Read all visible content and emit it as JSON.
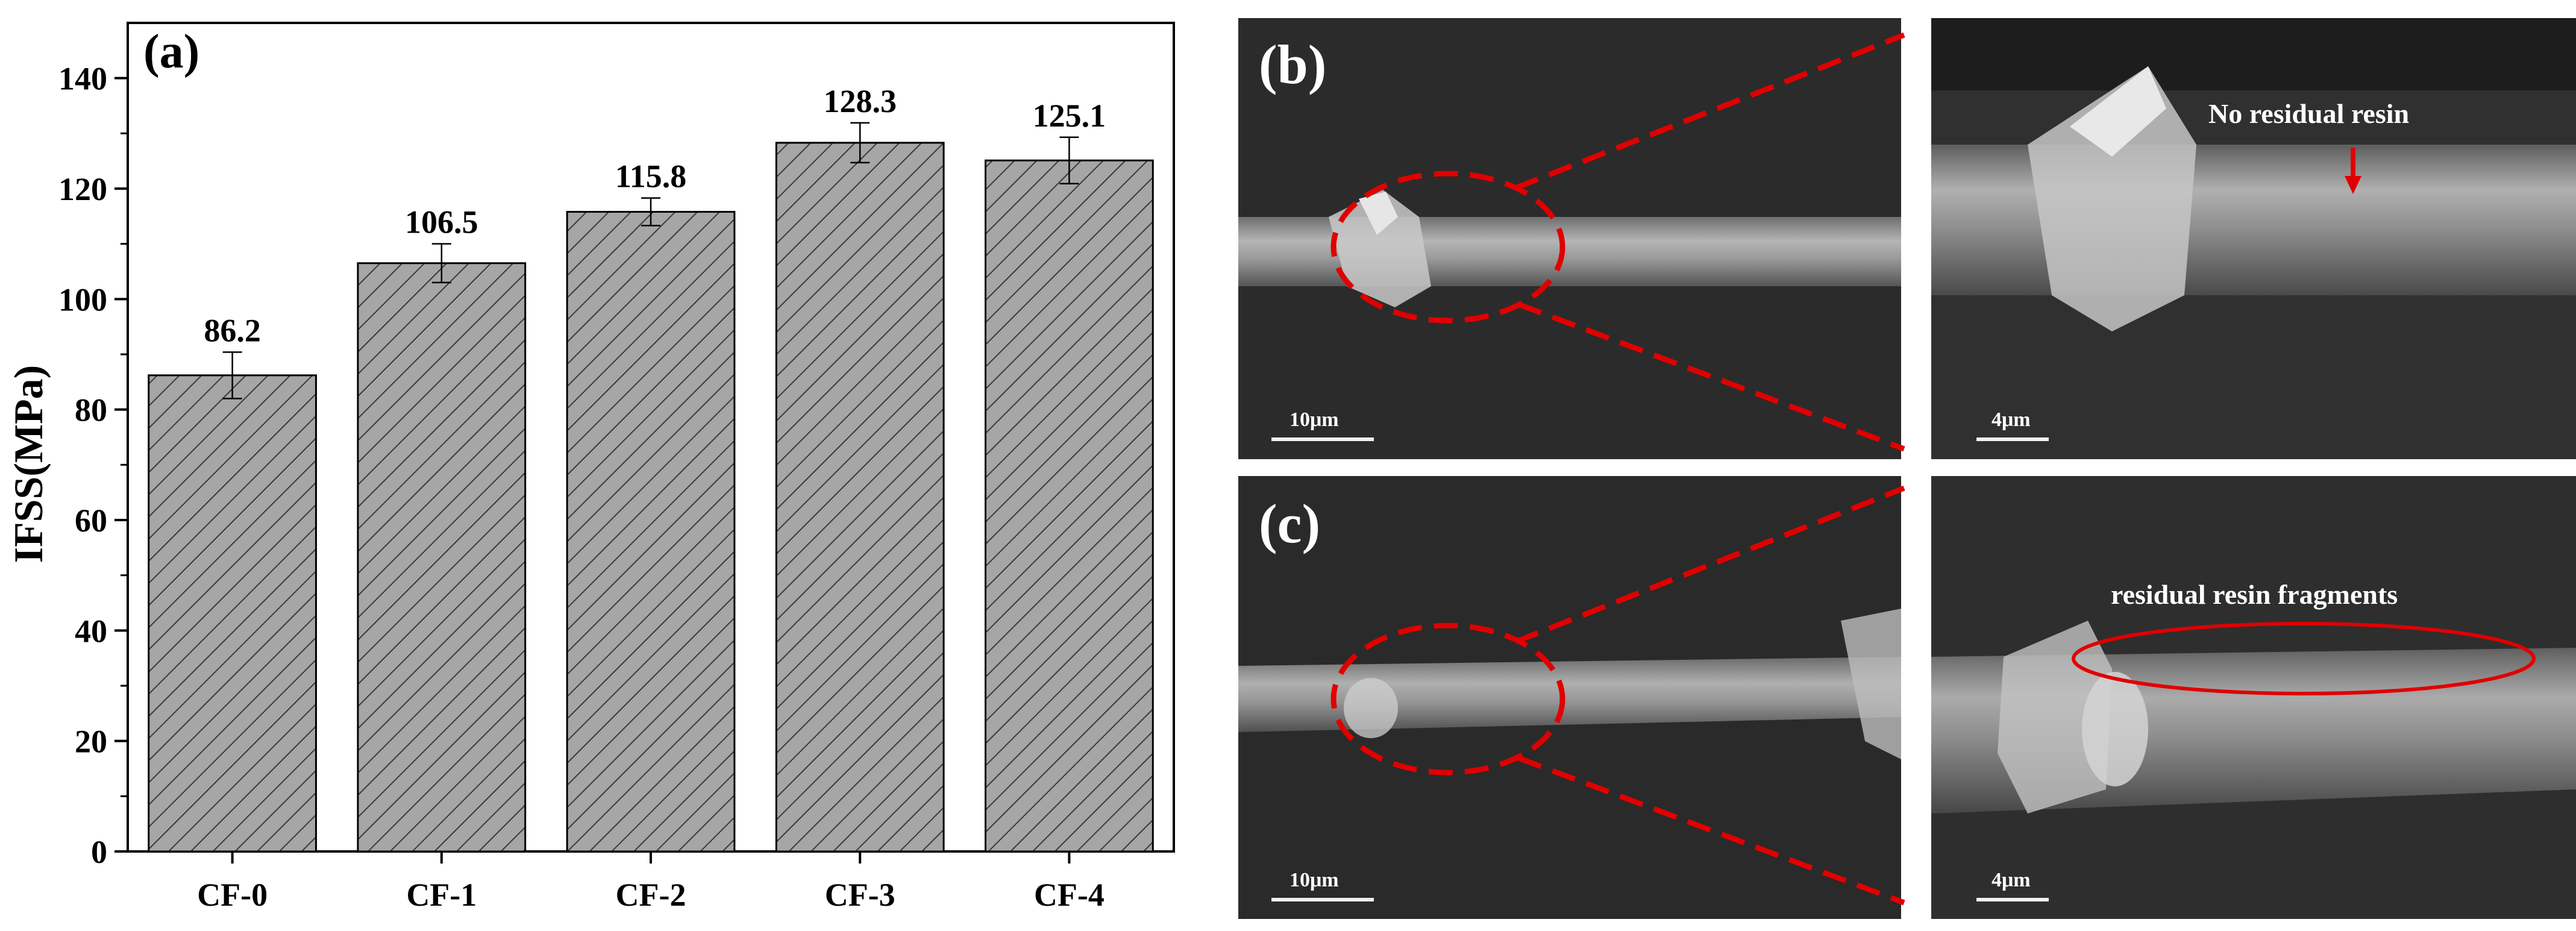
{
  "chart_data": {
    "type": "bar",
    "panel_label": "(a)",
    "categories": [
      "CF-0",
      "CF-1",
      "CF-2",
      "CF-3",
      "CF-4"
    ],
    "values": [
      86.2,
      106.5,
      115.8,
      128.3,
      125.1
    ],
    "errors": [
      4.2,
      3.5,
      2.5,
      3.6,
      4.2
    ],
    "value_labels": [
      "86.2",
      "106.5",
      "115.8",
      "128.3",
      "125.1"
    ],
    "ylabel": "IFSS(MPa)",
    "xlabel": "",
    "ylim": [
      0,
      150
    ],
    "yticks": [
      0,
      20,
      40,
      60,
      80,
      100,
      120,
      140
    ],
    "bar_fill": "#a6a6a6",
    "bar_hatch": "diagonal",
    "grid": false,
    "legend": "none"
  },
  "micrographs": {
    "b": {
      "label": "(b)",
      "overview_scale": "10μm",
      "zoom_scale": "4μm",
      "annotation": "No residual resin"
    },
    "c": {
      "label": "(c)",
      "overview_scale": "10μm",
      "zoom_scale": "4μm",
      "annotation": "residual resin fragments"
    },
    "highlight_color": "#e00000"
  }
}
